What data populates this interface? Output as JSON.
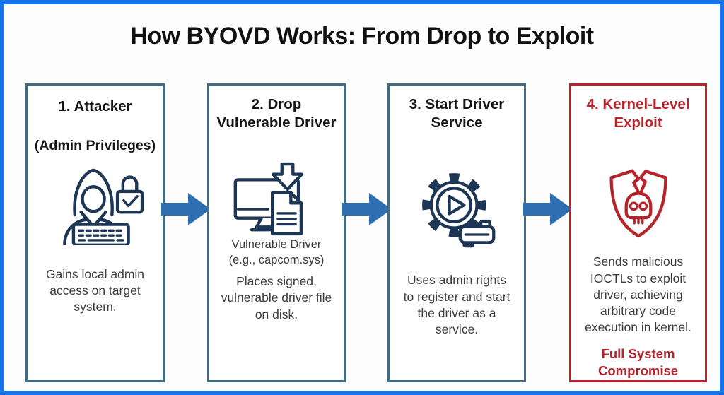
{
  "title": "How BYOVD Works: From Drop to Exploit",
  "colors": {
    "frame_blue": "#1673e8",
    "box_border_blue": "#3f6b85",
    "arrow_blue": "#2f6fb0",
    "icon_navy": "#1e3655",
    "danger_red": "#b6242b",
    "heading_text": "#161616",
    "body_text": "#3c3c3c",
    "background": "#fdfdfd"
  },
  "steps": [
    {
      "heading": "1. Attacker",
      "subheading": "(Admin Privileges)",
      "icon": "hooded-attacker-with-padlock-icon",
      "body": "Gains local admin\naccess on target\nsystem."
    },
    {
      "heading": "2. Drop\nVulnerable Driver",
      "icon": "monitor-download-document-icon",
      "caption": "Vulnerable Driver\n(e.g., capcom.sys)",
      "body": "Places signed,\nvulnerable driver file\non disk."
    },
    {
      "heading": "3. Start Driver\nService",
      "icon": "gear-play-service-icon",
      "body": "Uses admin rights\nto register and start\nthe driver as a\nservice."
    },
    {
      "heading": "4. Kernel-Level\nExploit",
      "icon": "cracked-shield-skull-icon",
      "body": "Sends malicious\nIOCTLs to exploit\ndriver, achieving\narbitrary code\nexecution in kernel.",
      "footer": "Full System\nCompromise"
    }
  ]
}
